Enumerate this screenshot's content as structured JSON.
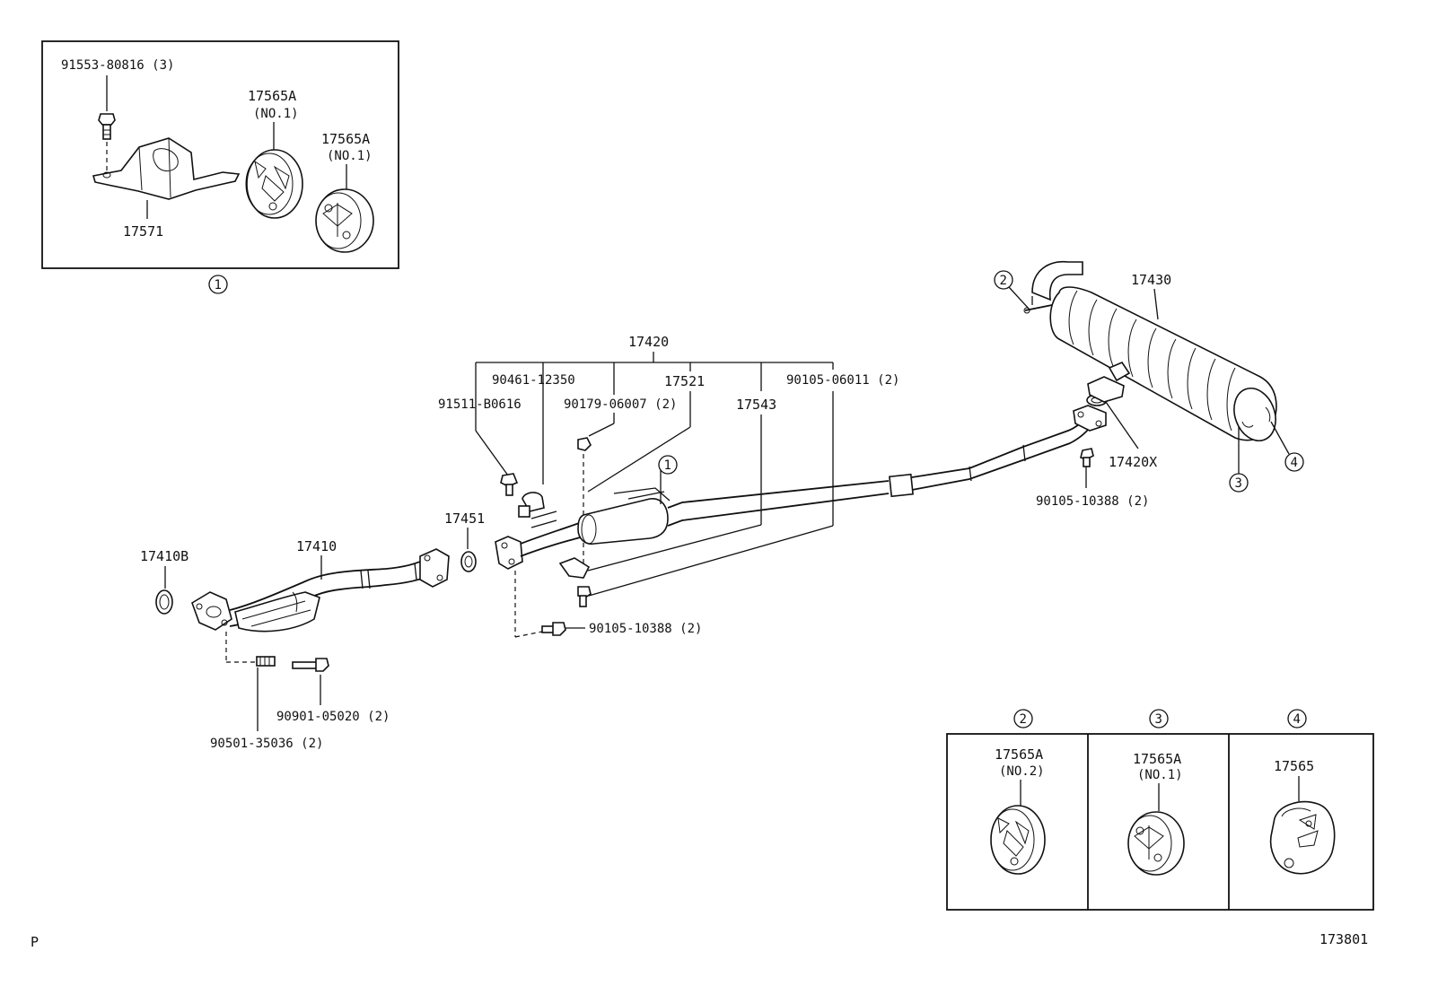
{
  "inset_top_left": {
    "ref_number": "1",
    "labels": {
      "bolt": "91553-80816 (3)",
      "bracket": "17571",
      "cushion_a": "17565A",
      "cushion_a_sub": "(NO.1)",
      "cushion_b": "17565A",
      "cushion_b_sub": "(NO.1)"
    }
  },
  "inset_bottom_right": [
    {
      "ref_number": "2",
      "part": "17565A",
      "sub": "(NO.2)"
    },
    {
      "ref_number": "3",
      "part": "17565A",
      "sub": "(NO.1)"
    },
    {
      "ref_number": "4",
      "part": "17565",
      "sub": ""
    }
  ],
  "main": {
    "assembly": "17420",
    "labels": {
      "p90461": "90461-12350",
      "p17521": "17521",
      "p91511": "91511-B0616",
      "p90179": "90179-06007 (2)",
      "p17543": "17543",
      "p90105_06011": "90105-06011 (2)",
      "p17430": "17430",
      "p17420X": "17420X",
      "p90105_10388_r": "90105-10388 (2)",
      "p17451": "17451",
      "p17410B": "17410B",
      "p17410": "17410",
      "p90105_10388_c": "90105-10388 (2)",
      "p90901": "90901-05020 (2)",
      "p90501": "90501-35036 (2)"
    },
    "callouts": {
      "c2": "2",
      "c3": "3",
      "c4": "4",
      "c1_mid": "1"
    }
  },
  "footer": {
    "left": "P",
    "right": "173801"
  }
}
